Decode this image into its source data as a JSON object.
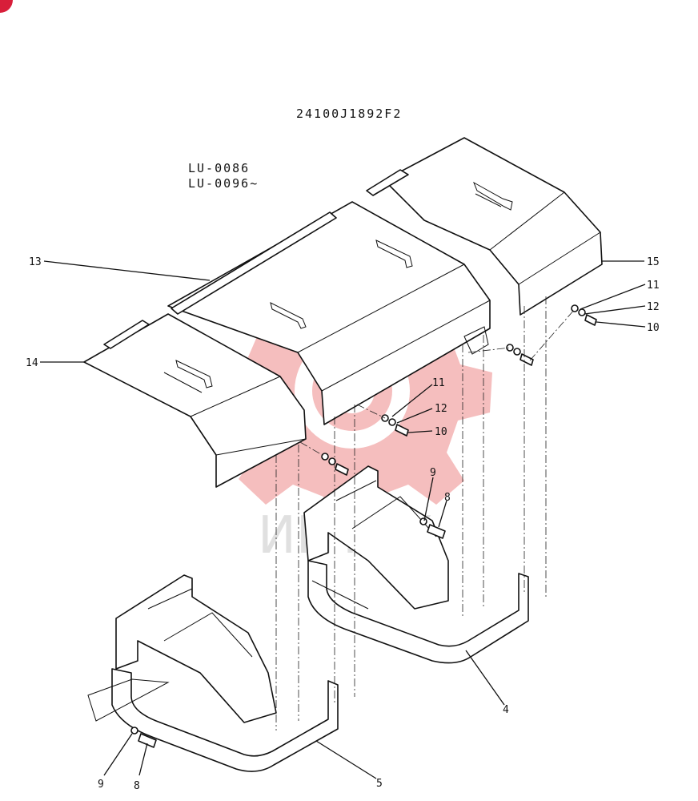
{
  "diagram": {
    "drawing_code": "24100J1892F2",
    "serial_range": [
      "LU-0086",
      "LU-0096~"
    ],
    "watermark_text": "ИНТЕХ",
    "callouts": {
      "c13": "13",
      "c14": "14",
      "c15": "15",
      "c11a": "11",
      "c12a": "12",
      "c10a": "10",
      "c11b": "11",
      "c12b": "12",
      "c10b": "10",
      "c9a": "9",
      "c8a": "8",
      "c4": "4",
      "c9b": "9",
      "c8b": "8",
      "c5": "5"
    },
    "colors": {
      "line": "#111111",
      "watermark_logo": "#f2a9a9",
      "corner_badge": "#d81e3a"
    }
  }
}
